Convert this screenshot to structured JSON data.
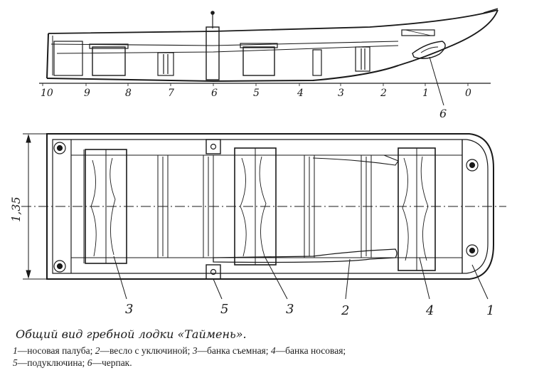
{
  "figure": {
    "caption": "Общий вид гребной лодки «Таймень».",
    "side_view": {
      "stations": [
        "10",
        "9",
        "8",
        "7",
        "6",
        "5",
        "4",
        "3",
        "2",
        "1",
        "0"
      ],
      "callouts": [
        "6"
      ]
    },
    "plan_view": {
      "dimension_label": "1,35",
      "callouts": [
        "3",
        "5",
        "3",
        "2",
        "4",
        "1"
      ]
    },
    "legend": [
      {
        "num": "1",
        "text": "—носовая палуба;"
      },
      {
        "num": "2",
        "text": "—весло с уключиной;"
      },
      {
        "num": "3",
        "text": "—банка съемная;"
      },
      {
        "num": "4",
        "text": "—банка носовая;"
      },
      {
        "num": "5",
        "text": "—подуключина;"
      },
      {
        "num": "6",
        "text": "—черпак."
      }
    ]
  }
}
